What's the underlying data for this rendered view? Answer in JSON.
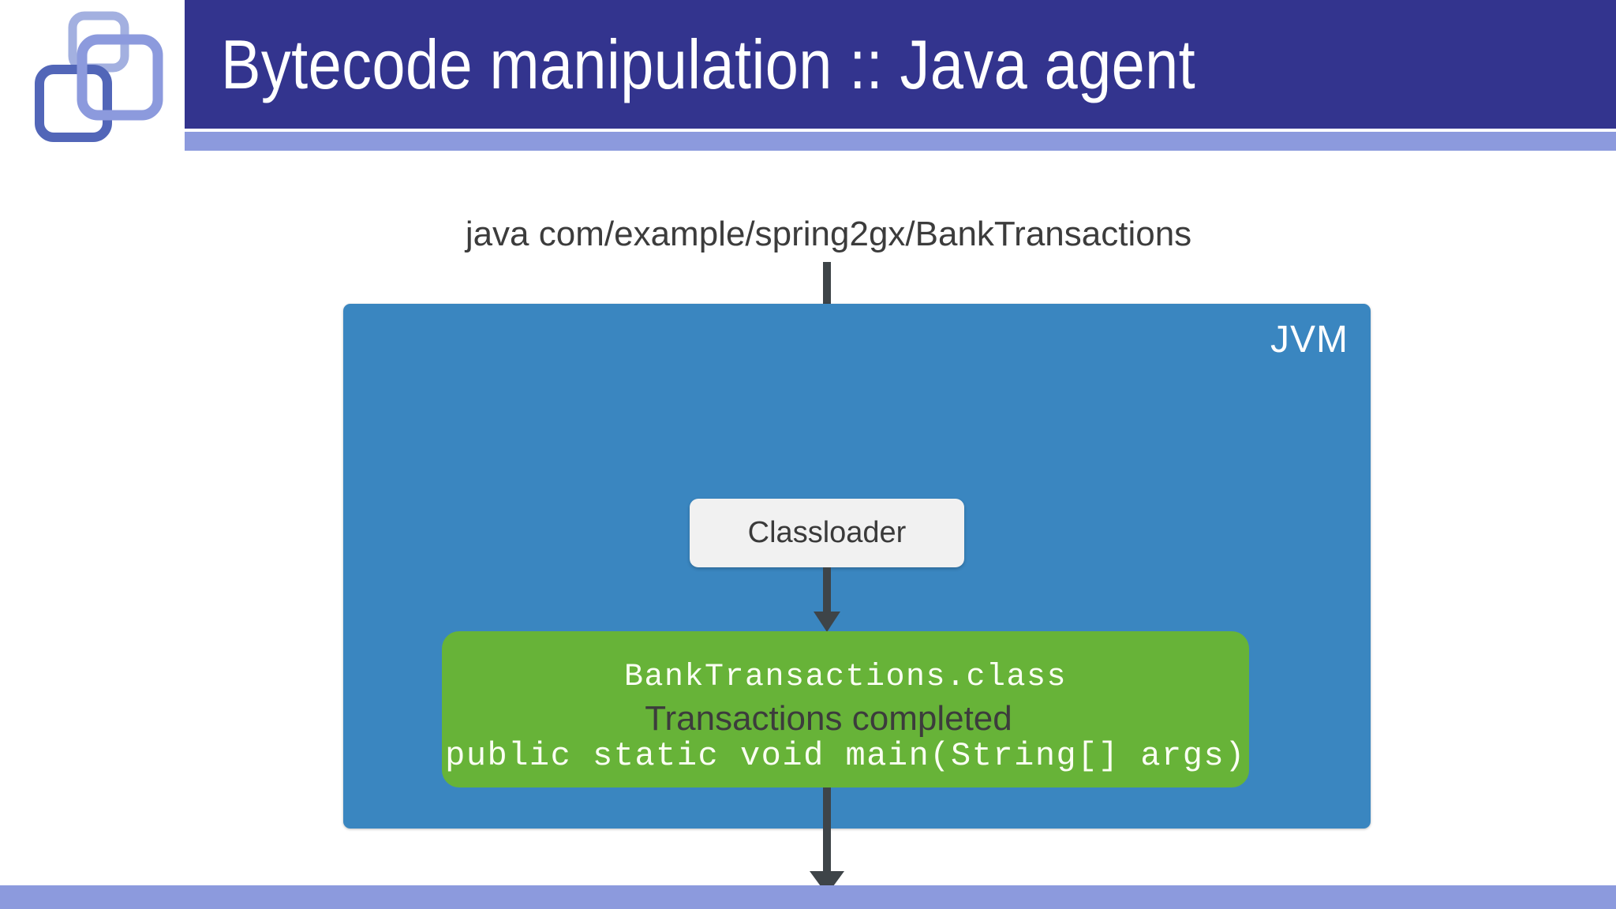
{
  "slide": {
    "title": "Bytecode manipulation :: Java agent",
    "logo_icon": "overlapping-squares-logo-icon",
    "header_color": "#33348e",
    "accent_color": "#8c9add",
    "footer_color": "#8c9add",
    "background_color": "#ffffff"
  },
  "diagram": {
    "command": "java com/example/spring2gx/BankTransactions",
    "jvm": {
      "label": "JVM",
      "color": "#3a86c0",
      "classloader": {
        "label": "Classloader",
        "color": "#f1f1f1"
      },
      "class_box": {
        "color": "#67b338",
        "class_name": "BankTransactions.class",
        "method_signature": "public static void main(String[] args)"
      }
    },
    "result": "Transactions completed",
    "arrow_color": "#3e4448",
    "arrows": [
      {
        "name": "command-to-classloader"
      },
      {
        "name": "classloader-to-class"
      },
      {
        "name": "jvm-to-result"
      }
    ]
  }
}
